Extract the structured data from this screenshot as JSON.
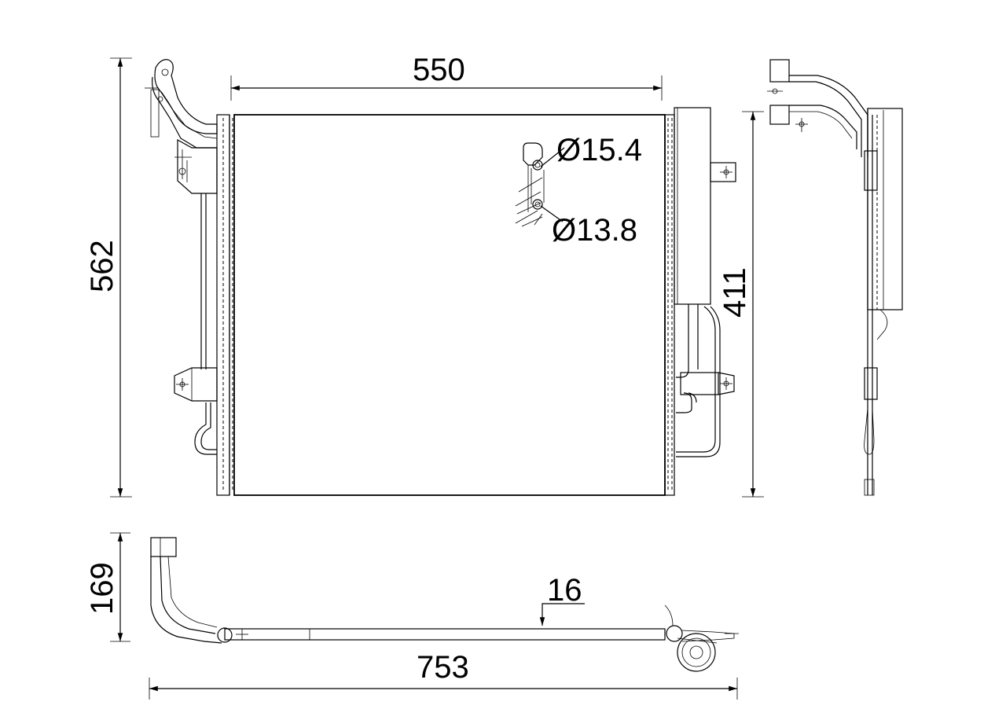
{
  "dimensions": {
    "width": "550",
    "height": "562",
    "core_height": "411",
    "depth": "169",
    "length": "753",
    "thickness": "16",
    "pipe_diameter_1": "Ø15.4",
    "pipe_diameter_2": "Ø13.8"
  }
}
